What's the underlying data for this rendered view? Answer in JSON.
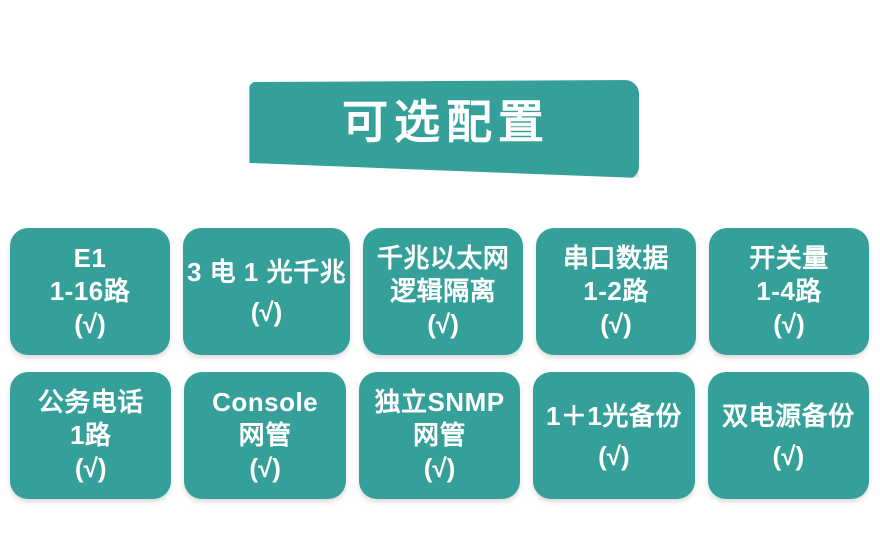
{
  "banner": {
    "title": "可选配置",
    "color": "#35a09a",
    "text_color": "#ffffff"
  },
  "theme": {
    "accent": "#35a09a",
    "background": "#ffffff",
    "card_text": "#ffffff"
  },
  "grid": {
    "columns": 5,
    "rows": [
      {
        "cards": [
          {
            "lines": [
              "E1",
              "1-16路",
              "(√)"
            ]
          },
          {
            "lines": [
              "3 电 1 光千兆",
              "(√)"
            ]
          },
          {
            "lines": [
              "千兆以太网",
              "逻辑隔离",
              "(√)"
            ]
          },
          {
            "lines": [
              "串口数据",
              "1-2路",
              "(√)"
            ]
          },
          {
            "lines": [
              "开关量",
              "1-4路",
              "(√)"
            ]
          }
        ]
      },
      {
        "cards": [
          {
            "lines": [
              "公务电话",
              "1路",
              "(√)"
            ]
          },
          {
            "lines": [
              "Console",
              "网管",
              "(√)"
            ]
          },
          {
            "lines": [
              "独立SNMP",
              "网管",
              "(√)"
            ]
          },
          {
            "lines": [
              "1＋1光备份",
              "(√)"
            ]
          },
          {
            "lines": [
              "双电源备份",
              "(√)"
            ]
          }
        ]
      }
    ]
  }
}
